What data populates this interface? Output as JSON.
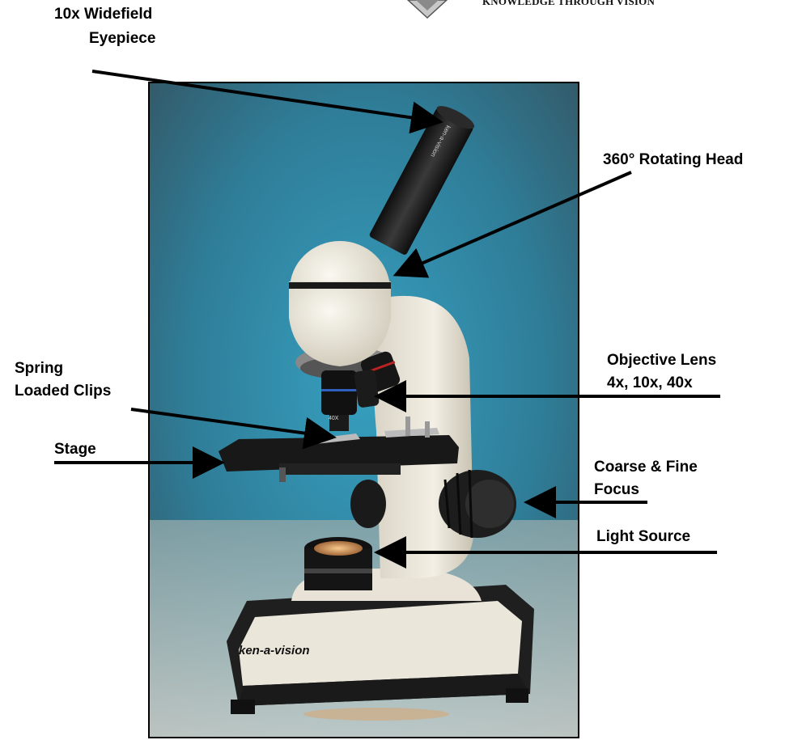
{
  "brand": {
    "tagline": "KNOWLEDGE THROUGH VISION",
    "base_logo": "ken-a-vision",
    "eyepiece_logo": "ken-a-vision",
    "objective_marking": "40X"
  },
  "labels": {
    "eyepiece_line1": "10x Widefield",
    "eyepiece_line2": "Eyepiece",
    "head": "360° Rotating Head",
    "clips_line1": "Spring",
    "clips_line2": "Loaded Clips",
    "objective_line1": "Objective Lens",
    "objective_line2": "4x, 10x, 40x",
    "stage": "Stage",
    "focus_line1": "Coarse & Fine",
    "focus_line2": "Focus",
    "light": "Light Source"
  },
  "colors": {
    "backdrop_top": "#3c5a68",
    "backdrop_mid": "#2f87a6",
    "backdrop_floor": "#c9cfca",
    "body_cream": "#e8e3d6",
    "body_dark": "#222222",
    "annotation": "#000000"
  }
}
